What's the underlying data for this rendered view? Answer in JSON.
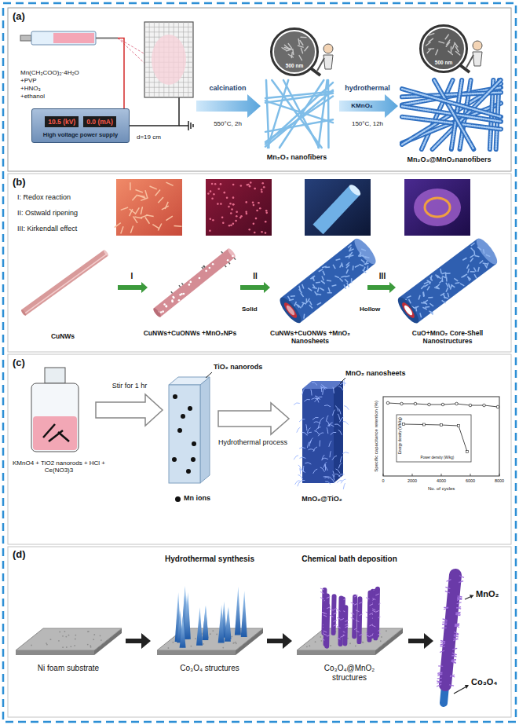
{
  "diagram": {
    "nodes": [
      {
        "text": [
          "10.5 (kV)",
          "0.0 (mA)",
          "High voltage power supply"
        ]
      },
      {
        "text": [
          "Specific capacitance retention (%)",
          "No. of cycles"
        ]
      },
      {
        "text": [
          "Energy density (Wh/kg)",
          "Power density (W/kg)"
        ],
        "in": 1
      }
    ],
    "labels": [
      "(a)",
      "Mn(CH₃COO)₂·4H₂O",
      "+PVP",
      "+HNO₃",
      "+ethanol",
      "d=19 cm",
      "500 nm",
      "calcination",
      "550°C, 2h",
      "Mn₂O₃ nanofibers",
      "500 nm",
      "hydrothermal",
      "KMnO₄",
      "150°C, 12h",
      "Mn₂O₃@MnO₂nanofibers",
      "(b)",
      "I: Redox reaction",
      "II: Ostwald ripening",
      "III: Kirkendall effect",
      "I",
      "II",
      "III",
      "Solid",
      "Hollow",
      "CuNWs",
      "CuNWs+CuONWs +MnO₂NPs",
      "CuNWs+CuONWs +MnO₂ Nanosheets",
      "CuO+MnO₂ Core-Shell Nanostructures",
      "(c)",
      "KMnO4 + TiO2 nanorods + HCl + Ce(NO3)3",
      "Stir for 1 hr",
      "TiO₂ nanorods",
      "Hydrothermal process",
      "MnO₂ nanosheets",
      "MnO₂@TiO₂",
      "(d)",
      "Hydrothermal synthesis",
      "Chemical bath deposition",
      "Ni foam substrate",
      "Co₃O₄ structures",
      "Co₃O₄@MnO₂ structures",
      "MnO₂",
      "Co₃O₄",
      "0",
      "2000",
      "4000",
      "6000",
      "8000"
    ],
    "legend": [
      {
        "text": "Mn ions"
      }
    ]
  }
}
